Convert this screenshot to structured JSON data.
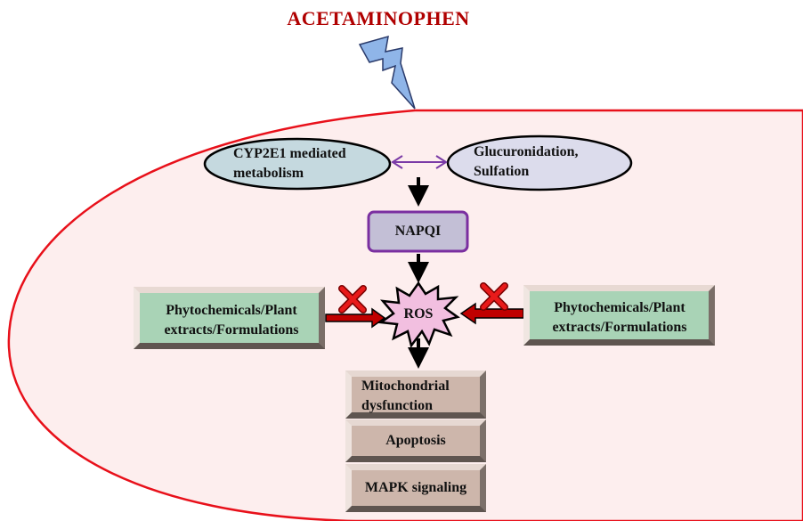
{
  "title": "ACETAMINOPHEN",
  "nodes": {
    "cyp2e1": "CYP2E1 mediated metabolism",
    "cyp2e1_line1": "CYP2E1 mediated",
    "cyp2e1_line2": "metabolism",
    "glucuronidation_line1": "Glucuronidation,",
    "glucuronidation_line2": "Sulfation",
    "napqi": "NAPQI",
    "ros": "ROS",
    "phyto_left_line1": "Phytochemicals/Plant",
    "phyto_left_line2": "extracts/Formulations",
    "phyto_right_line1": "Phytochemicals/Plant",
    "phyto_right_line2": "extracts/Formulations",
    "mito_line1": "Mitochondrial",
    "mito_line2": "dysfunction",
    "apoptosis": "Apoptosis",
    "mapk": "MAPK signaling"
  },
  "colors": {
    "title": "#b00000",
    "cell_border": "#e8101a",
    "cell_fill": "#fdeeee",
    "cyp_fill": "#c5d9df",
    "gluc_fill": "#dcdcec",
    "napqi_fill": "#c3bfd6",
    "napqi_border": "#7a2fa0",
    "ros_fill": "#f2bfe0",
    "phyto_fill": "#a9d3b6",
    "outcome_fill": "#cdb6ab",
    "arrow_black": "#000000",
    "inhibit_arrow": "#c00000",
    "x_mark": "#e81a1a",
    "lightning": "#8fb5e8"
  },
  "icons": [
    "lightning-bolt-icon",
    "x-mark-icon",
    "double-arrow-icon",
    "burst-icon"
  ]
}
